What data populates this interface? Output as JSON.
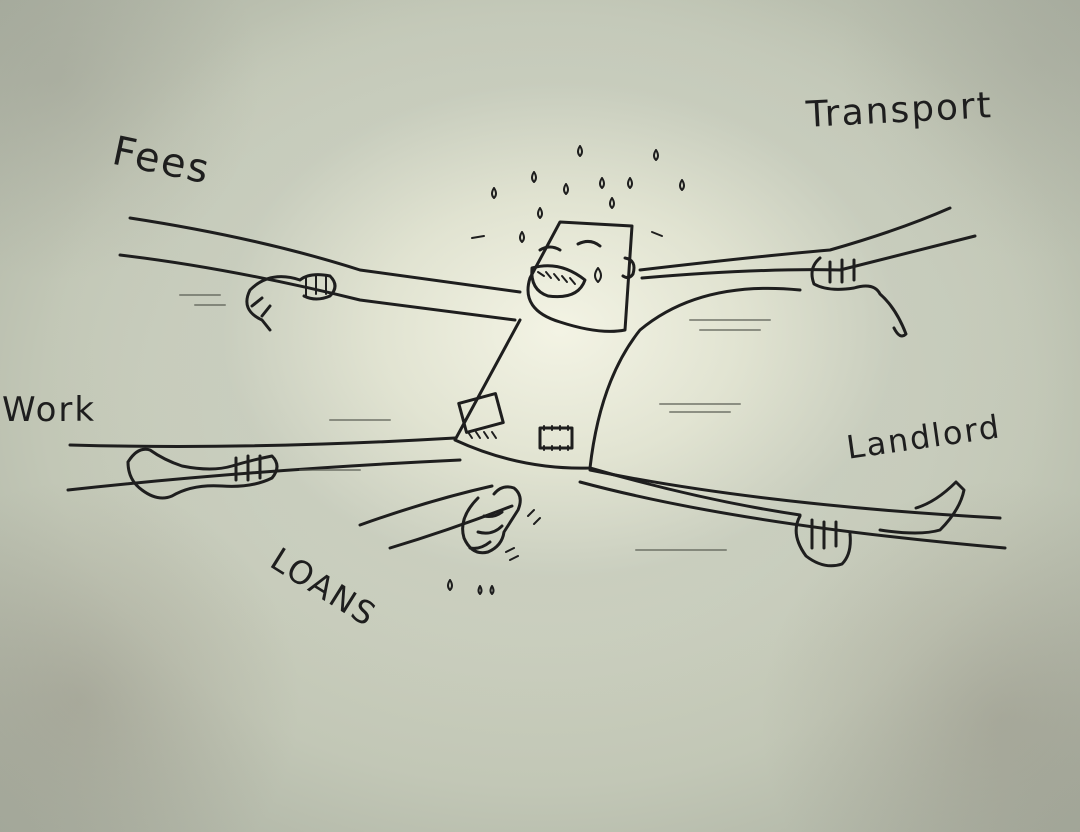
{
  "labels": {
    "fees": "Fees",
    "transport": "Transport",
    "work": "Work",
    "landlord": "Landlord",
    "loans": "LOANS"
  },
  "colors": {
    "ink": "#1e1e1e",
    "paper_center": "#f0f0e2",
    "paper_edge": "#9aa093"
  }
}
